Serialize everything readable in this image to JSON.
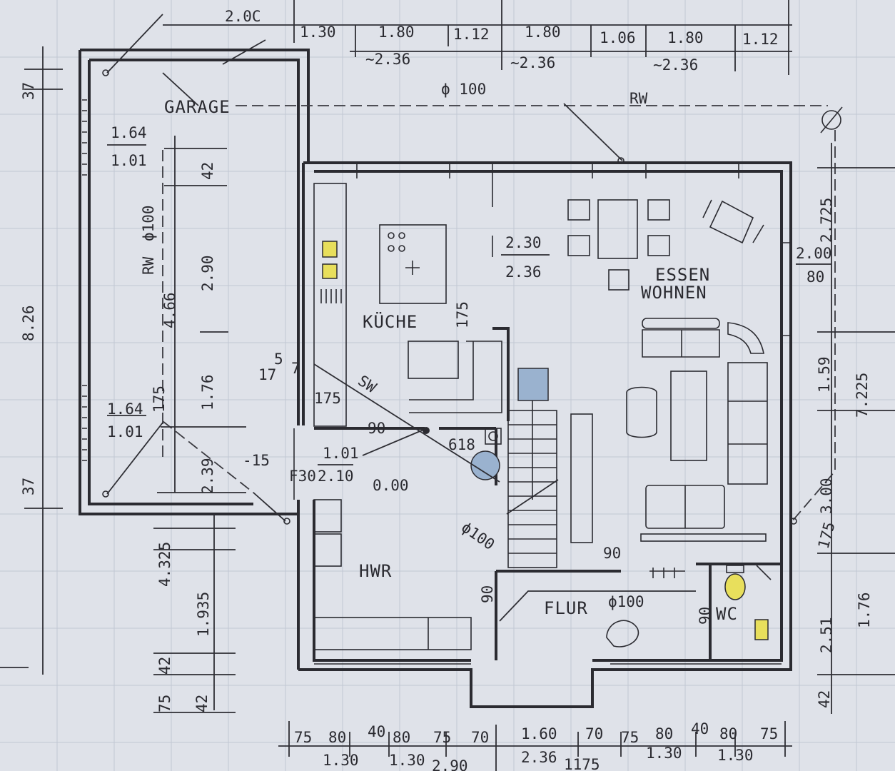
{
  "rooms": {
    "garage": "GARAGE",
    "kueche": "KÜCHE",
    "essen": "ESSEN",
    "wohnen": "WOHNEN",
    "hwr": "HWR",
    "flur": "FLUR",
    "wc": "WC"
  },
  "notes": {
    "rw_top": "RW",
    "rw_garage": "RW",
    "rw_garage_size": "ϕ100",
    "pipe_top": "ϕ 100",
    "pipe_flur": "ϕ100",
    "pipe_hwr": "ϕ100",
    "sw": "SW",
    "fire_door": "F30",
    "level": "0.00",
    "level_garage": "-15",
    "shaft": "618"
  },
  "dims": {
    "top": {
      "d1": "2.0C",
      "d2": "1.30",
      "d3": "1.80",
      "d3b": "~2.36",
      "d4": "1.12",
      "d5": "1.80",
      "d5b": "~2.36",
      "d6": "1.06",
      "d7": "1.80",
      "d7b": "~2.36",
      "d8": "1.12"
    },
    "left": {
      "total": "8.26",
      "t37a": "37",
      "t37b": "37",
      "g42": "42",
      "g290": "2.90",
      "g466": "4.66",
      "g176": "1.76",
      "g239": "2.39",
      "w4325": "4.325",
      "w1935": "1.935",
      "w42": "42",
      "w75": "75",
      "w42b": "42"
    },
    "windows": {
      "gw1a": "1.64",
      "gw1b": "1.01",
      "gw2a": "1.64",
      "gw2b": "1.01",
      "kw1": "2.30",
      "kw2": "2.36",
      "ew1": "2.00",
      "ew2": "80",
      "dr1": "1.01",
      "dr2": "2.10"
    },
    "interior": {
      "k175": "175",
      "s17": "17",
      "s5": "5",
      "s7": "7",
      "s175": "175",
      "d90a": "90",
      "d90b": "90",
      "d90c": "90",
      "d90d": "90",
      "g175": "175"
    },
    "right": {
      "r2725": "2.725",
      "r159": "1.59",
      "r7225": "7.225",
      "r175": "175",
      "r300": "3.00",
      "r251": "2.51",
      "r176": "1.76",
      "r42": "42"
    },
    "bottom": {
      "b75": "75",
      "b80": "80",
      "b130": "1.30",
      "b40": "40",
      "b80b": "80",
      "b130b": "1.30",
      "b75b": "75",
      "b70": "70",
      "b160": "1.60",
      "b236": "2.36",
      "b70b": "70",
      "b75c": "75",
      "b80c": "80",
      "b130c": "1.30",
      "b40b": "40",
      "b80d": "80",
      "b130d": "1.30",
      "b75d": "75",
      "b1175": "1175",
      "b290": "2.90"
    }
  },
  "colors": {
    "line": "#2b2b31",
    "fixture_yellow": "#e8df5c",
    "fixture_blue": "#9ab2cf",
    "paper": "#dfe2e9"
  }
}
